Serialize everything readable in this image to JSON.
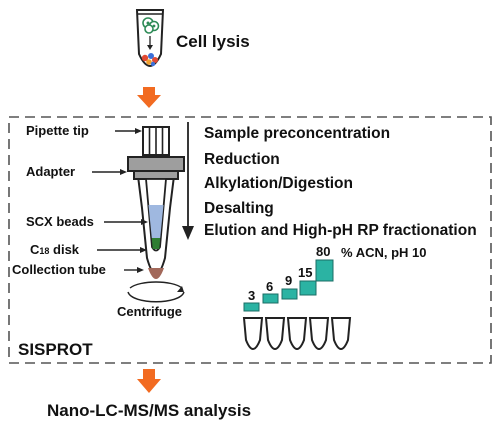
{
  "title_top": "Cell lysis",
  "title_bottom": "Nano-LC-MS/MS analysis",
  "protocol_name": "SISPROT",
  "parts": {
    "pipette_tip": "Pipette tip",
    "adapter": "Adapter",
    "scx_beads": "SCX beads",
    "c18_prefix": "C",
    "c18_sub": "18",
    "c18_suffix": " disk",
    "collection_tube": "Collection tube",
    "centrifuge": "Centrifuge"
  },
  "steps": [
    "Sample preconcentration",
    "Reduction",
    "Alkylation/Digestion",
    "Desalting",
    "Elution and High-pH RP fractionation"
  ],
  "fractionation": {
    "condition": "% ACN, pH 10",
    "concentrations": [
      "3",
      "6",
      "9",
      "15",
      "80"
    ]
  },
  "colors": {
    "arrow_orange": "#f26b21",
    "teal": "#2bb3a3",
    "scx_blue": "#9fb8e0",
    "c18_green": "#2e7d32",
    "pellet_brown": "#a2685a",
    "dashed_border": "#555555"
  }
}
